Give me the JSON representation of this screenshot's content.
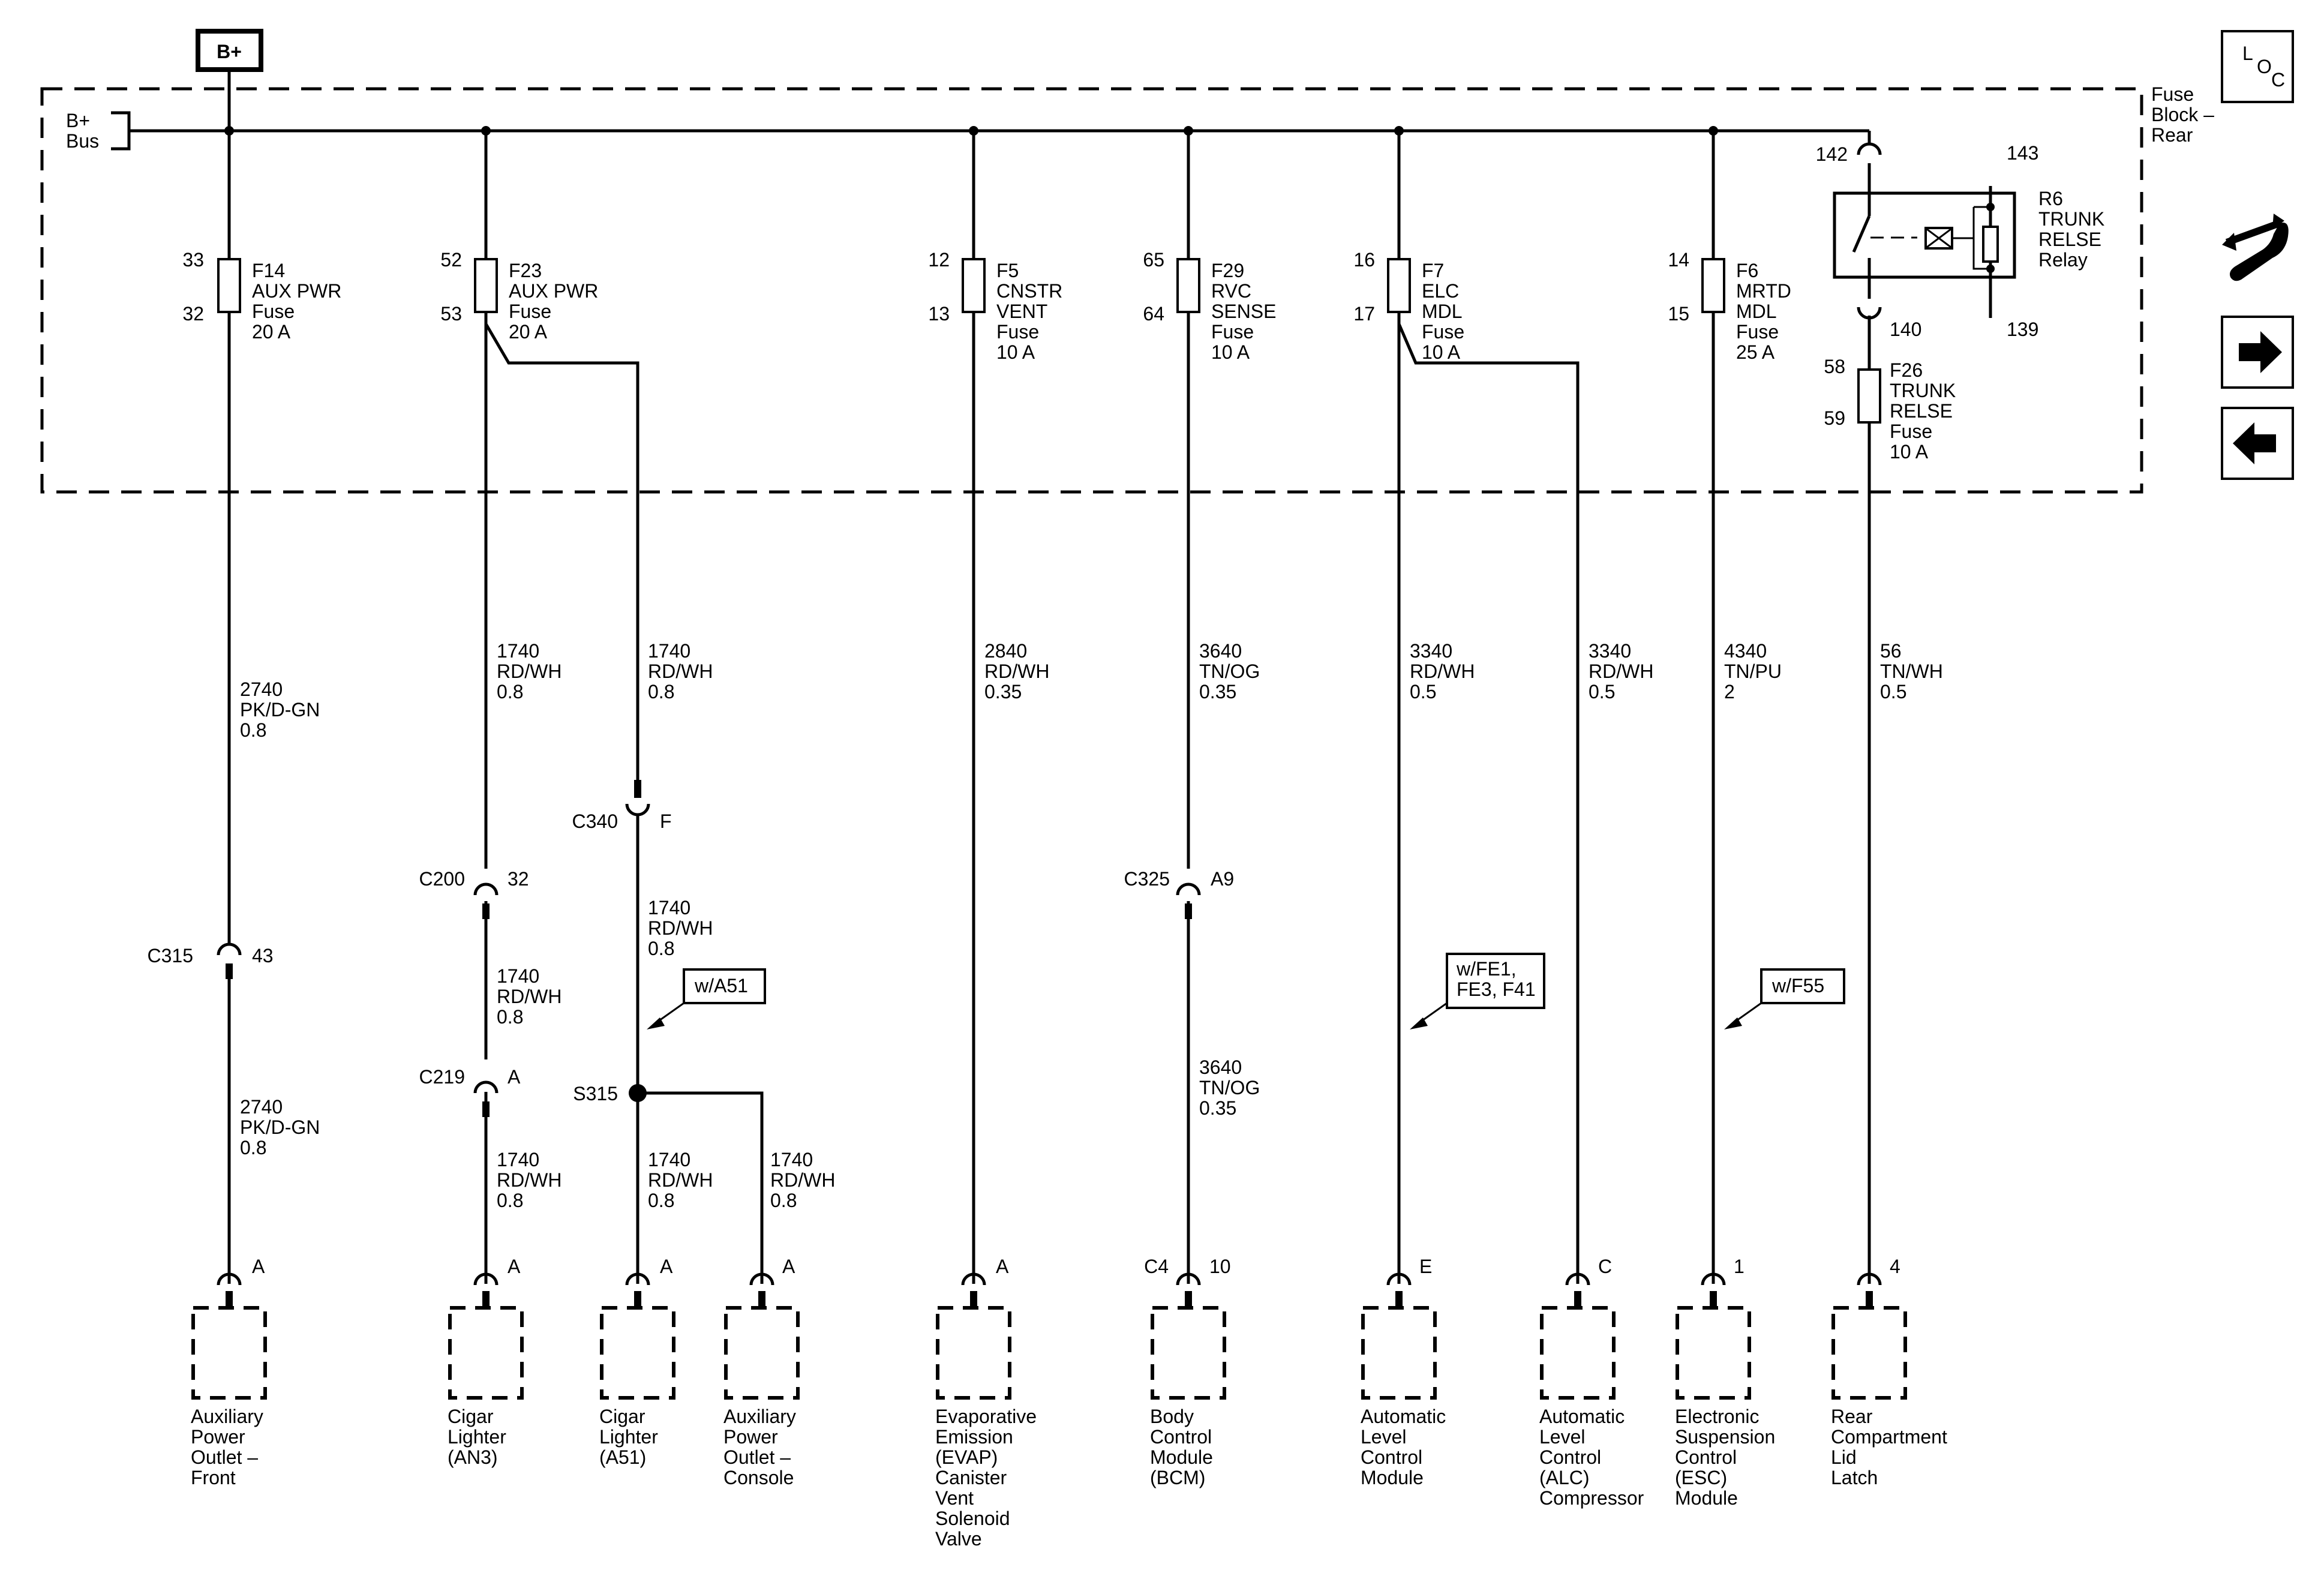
{
  "header": {
    "supply": "B+",
    "bus_label": [
      "B+",
      "Bus"
    ],
    "block_label": [
      "Fuse",
      "Block –",
      "Rear"
    ]
  },
  "side_buttons": {
    "loc": [
      "L",
      "O",
      "C"
    ],
    "next_icon": "arrow-right-icon",
    "prev_icon": "arrow-left-icon",
    "tools_icon": "connector-tool-icon"
  },
  "fuses": [
    {
      "pins": [
        "33",
        "32"
      ],
      "label": [
        "F14",
        "AUX PWR",
        "Fuse",
        "20 A"
      ]
    },
    {
      "pins": [
        "52",
        "53"
      ],
      "label": [
        "F23",
        "AUX PWR",
        "Fuse",
        "20 A"
      ]
    },
    {
      "pins": [
        "12",
        "13"
      ],
      "label": [
        "F5",
        "CNSTR",
        "VENT",
        "Fuse",
        "10 A"
      ]
    },
    {
      "pins": [
        "65",
        "64"
      ],
      "label": [
        "F29",
        "RVC",
        "SENSE",
        "Fuse",
        "10 A"
      ]
    },
    {
      "pins": [
        "16",
        "17"
      ],
      "label": [
        "F7",
        "ELC",
        "MDL",
        "Fuse",
        "10 A"
      ]
    },
    {
      "pins": [
        "14",
        "15"
      ],
      "label": [
        "F6",
        "MRTD",
        "MDL",
        "Fuse",
        "25 A"
      ]
    },
    {
      "pins": [
        "58",
        "59"
      ],
      "label": [
        "F26",
        "TRUNK",
        "RELSE",
        "Fuse",
        "10 A"
      ]
    }
  ],
  "relay": {
    "pins": [
      "142",
      "143",
      "140",
      "139"
    ],
    "label": [
      "R6",
      "TRUNK",
      "RELSE",
      "Relay"
    ]
  },
  "wires": [
    [
      "2740",
      "PK/D-GN",
      "0.8"
    ],
    [
      "2740",
      "PK/D-GN",
      "0.8"
    ],
    [
      "1740",
      "RD/WH",
      "0.8"
    ],
    [
      "1740",
      "RD/WH",
      "0.8"
    ],
    [
      "1740",
      "RD/WH",
      "0.8"
    ],
    [
      "1740",
      "RD/WH",
      "0.8"
    ],
    [
      "1740",
      "RD/WH",
      "0.8"
    ],
    [
      "1740",
      "RD/WH",
      "0.8"
    ],
    [
      "1740",
      "RD/WH",
      "0.8"
    ],
    [
      "2840",
      "RD/WH",
      "0.35"
    ],
    [
      "3640",
      "TN/OG",
      "0.35"
    ],
    [
      "3640",
      "TN/OG",
      "0.35"
    ],
    [
      "3340",
      "RD/WH",
      "0.5"
    ],
    [
      "3340",
      "RD/WH",
      "0.5"
    ],
    [
      "4340",
      "TN/PU",
      "2"
    ],
    [
      "56",
      "TN/WH",
      "0.5"
    ]
  ],
  "inline_connectors": [
    {
      "name": "C315",
      "pin": "43"
    },
    {
      "name": "C200",
      "pin": "32"
    },
    {
      "name": "C219",
      "pin": "A"
    },
    {
      "name": "C340",
      "pin": "F"
    },
    {
      "name": "C325",
      "pin": "A9"
    }
  ],
  "splice": "S315",
  "options": [
    "w/A51",
    [
      "w/FE1,",
      "FE3, F41"
    ],
    "w/F55"
  ],
  "components": [
    {
      "pin": "A",
      "label": [
        "Auxiliary",
        "Power",
        "Outlet –",
        "Front"
      ]
    },
    {
      "pin": "A",
      "label": [
        "Cigar",
        "Lighter",
        "(AN3)"
      ]
    },
    {
      "pin": "A",
      "label": [
        "Cigar",
        "Lighter",
        "(A51)"
      ]
    },
    {
      "pin": "A",
      "label": [
        "Auxiliary",
        "Power",
        "Outlet –",
        "Console"
      ]
    },
    {
      "pin": "A",
      "label": [
        "Evaporative",
        "Emission",
        "(EVAP)",
        "Canister",
        "Vent",
        "Solenoid",
        "Valve"
      ]
    },
    {
      "pin": "10",
      "connector": "C4",
      "label": [
        "Body",
        "Control",
        "Module",
        "(BCM)"
      ]
    },
    {
      "pin": "E",
      "label": [
        "Automatic",
        "Level",
        "Control",
        "Module"
      ]
    },
    {
      "pin": "C",
      "label": [
        "Automatic",
        "Level",
        "Control",
        "(ALC)",
        "Compressor"
      ]
    },
    {
      "pin": "1",
      "label": [
        "Electronic",
        "Suspension",
        "Control",
        "(ESC)",
        "Module"
      ]
    },
    {
      "pin": "4",
      "label": [
        "Rear",
        "Compartment",
        "Lid",
        "Latch"
      ]
    }
  ]
}
